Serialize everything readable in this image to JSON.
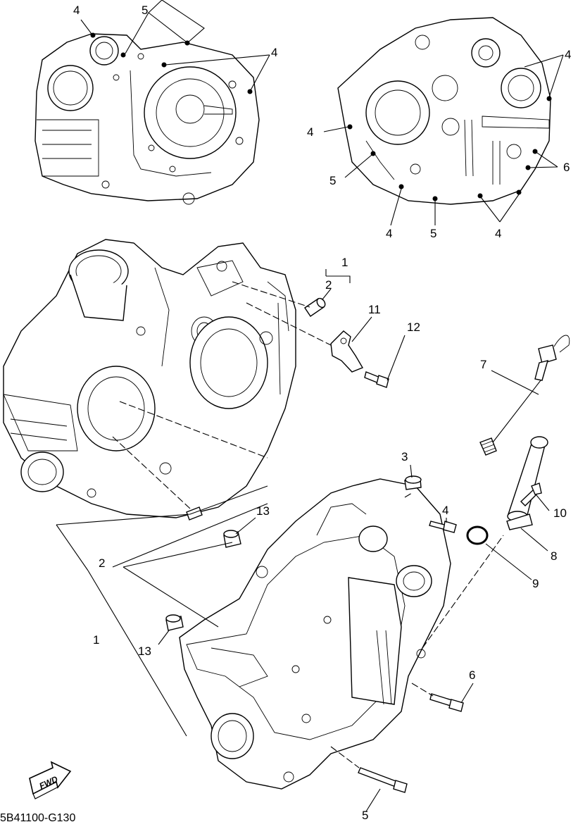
{
  "callouts": {
    "c1_top": "1",
    "c2_top": "2",
    "c11": "11",
    "c12": "12",
    "c7": "7",
    "c3": "3",
    "c4_mid": "4",
    "c10": "10",
    "c8": "8",
    "c9": "9",
    "c13_a": "13",
    "c13_b": "13",
    "c2_left": "2",
    "c1_left": "1",
    "c6_bottom": "6",
    "c5_bottom": "5",
    "tl_4a": "4",
    "tl_5": "5",
    "tl_4b": "4",
    "tr_4a": "4",
    "tr_4b": "4",
    "tr_6": "6",
    "tr_5a": "5",
    "tr_4c": "4",
    "tr_5b": "5",
    "tr_4d": "4"
  },
  "fwd_label": "FWD",
  "diagram_code": "5B41100-G130"
}
